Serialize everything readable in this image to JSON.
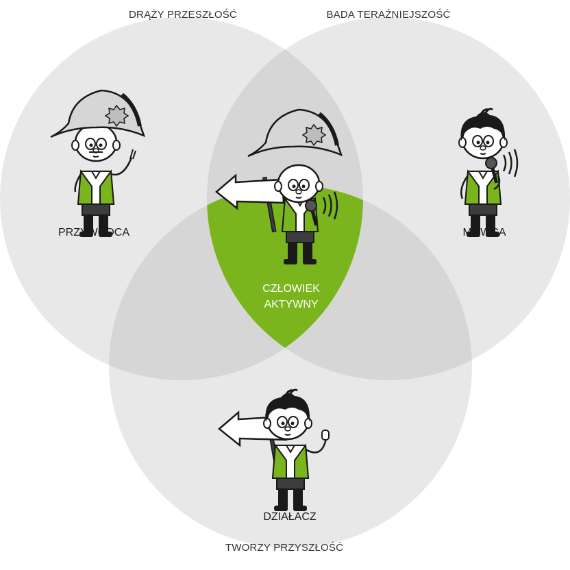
{
  "captions": {
    "past": "DRĄŻY PRZESZŁOŚĆ",
    "present": "BADA TERAŹNIEJSZOŚĆ",
    "future": "TWORZY PRZYSZŁOŚĆ"
  },
  "roles": {
    "leader": "PRZYWÓDCA",
    "speaker": "MÓWCA",
    "activist": "DZIAŁACZ",
    "center_line1": "CZŁOWIEK",
    "center_line2": "AKTYWNY"
  },
  "colors": {
    "circle_fill": "#e8e8e8",
    "overlap_fill": "#d4d4d4",
    "center_fill": "#7ab51d",
    "vest": "#7ab51d",
    "outline": "#1a1a1a"
  }
}
